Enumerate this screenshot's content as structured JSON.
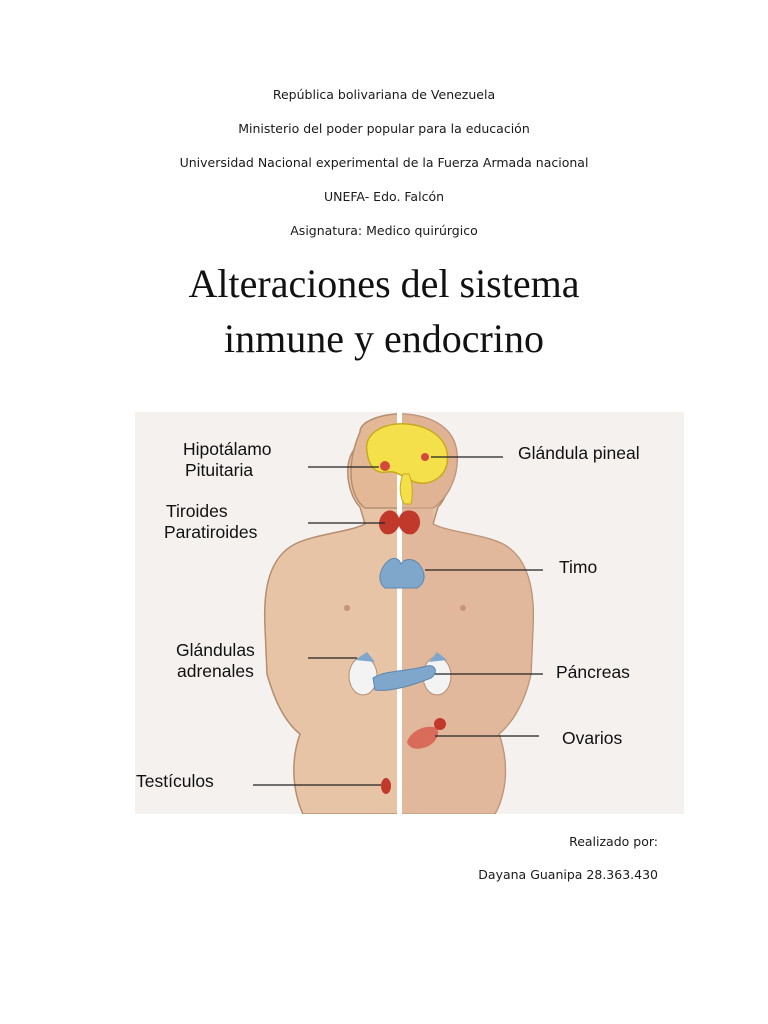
{
  "header": {
    "lines": [
      "República bolivariana de Venezuela",
      "Ministerio del poder popular para la educación",
      "Universidad Nacional experimental de la Fuerza Armada nacional",
      "UNEFA- Edo. Falcón",
      "Asignatura: Medico quirúrgico"
    ]
  },
  "title": {
    "line1": "Alteraciones del sistema",
    "line2": "inmune y endocrino"
  },
  "figure": {
    "labels": {
      "hipotalamo": "Hipotálamo",
      "pituitaria": "Pituitaria",
      "tiroides": "Tiroides",
      "paratiroides": "Paratiroides",
      "glandulas": "Glándulas",
      "adrenales": "adrenales",
      "testiculos": "Testículos",
      "pineal": "Glándula pineal",
      "timo": "Timo",
      "pancreas": "Páncreas",
      "ovarios": "Ovarios"
    },
    "colors": {
      "skin": "#e8c4a6",
      "brain": "#f4e04a",
      "thyroid": "#c0392b",
      "thymus": "#7fa7cc"
    }
  },
  "credits": {
    "made_by": "Realizado por:",
    "author": "Dayana Guanipa 28.363.430"
  }
}
